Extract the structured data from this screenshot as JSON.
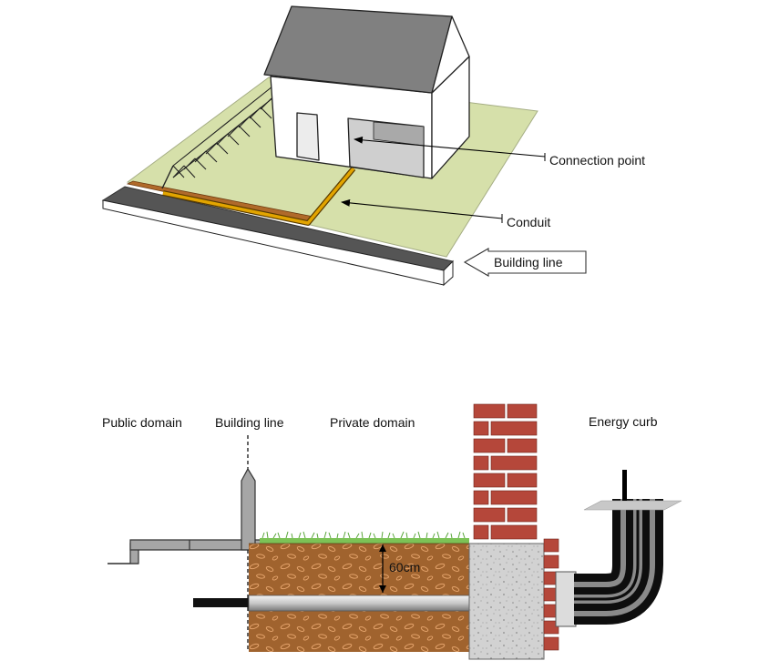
{
  "top_diagram": {
    "labels": {
      "connection_point": "Connection point",
      "conduit": "Conduit",
      "building_line": "Building line"
    }
  },
  "bottom_diagram": {
    "labels": {
      "public_domain": "Public domain",
      "building_line": "Building line",
      "private_domain": "Private domain",
      "energy_curb": "Energy curb",
      "depth": "60cm"
    }
  },
  "colors": {
    "lawn": "#d6e0aa",
    "soil": "#a0632e",
    "conduit": "#e2a400",
    "brick": "#b5473a",
    "concrete": "#cfcfcf",
    "roof": "#7f7f7f"
  }
}
